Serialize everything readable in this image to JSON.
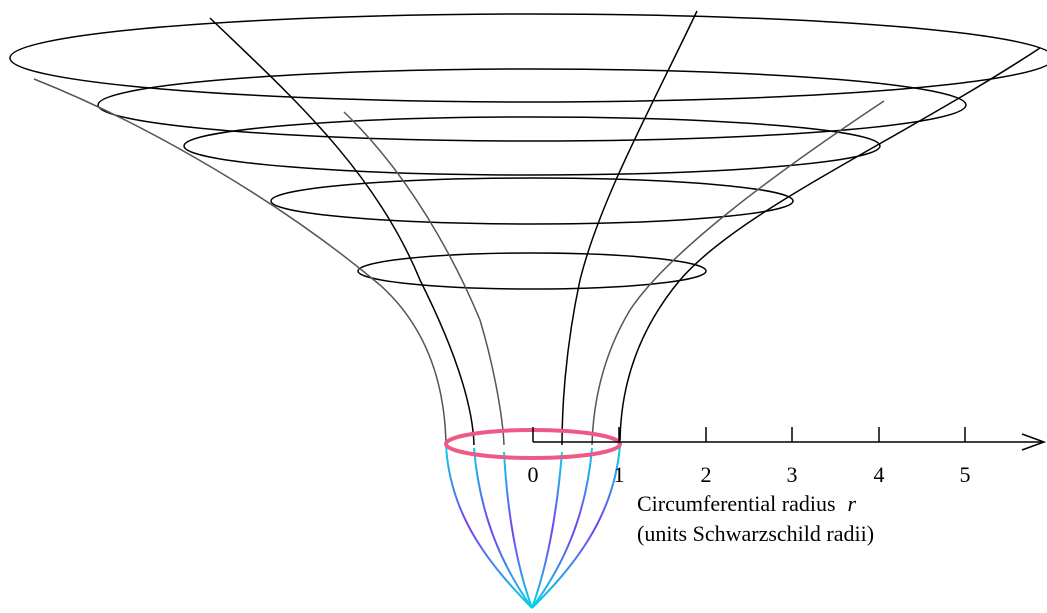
{
  "axis": {
    "tick_labels": [
      "0",
      "1",
      "2",
      "3",
      "4",
      "5"
    ],
    "label_line1": "Circumferential radius",
    "label_var": "r",
    "label_line2": "(units Schwarzschild radii)"
  },
  "colors": {
    "rings": "#000000",
    "meridian_front": "#000000",
    "meridian_back": "#555555",
    "horizon": "#ee5a85",
    "interior_a": "#00d6e8",
    "interior_b": "#7b3df0",
    "axis": "#000000"
  }
}
